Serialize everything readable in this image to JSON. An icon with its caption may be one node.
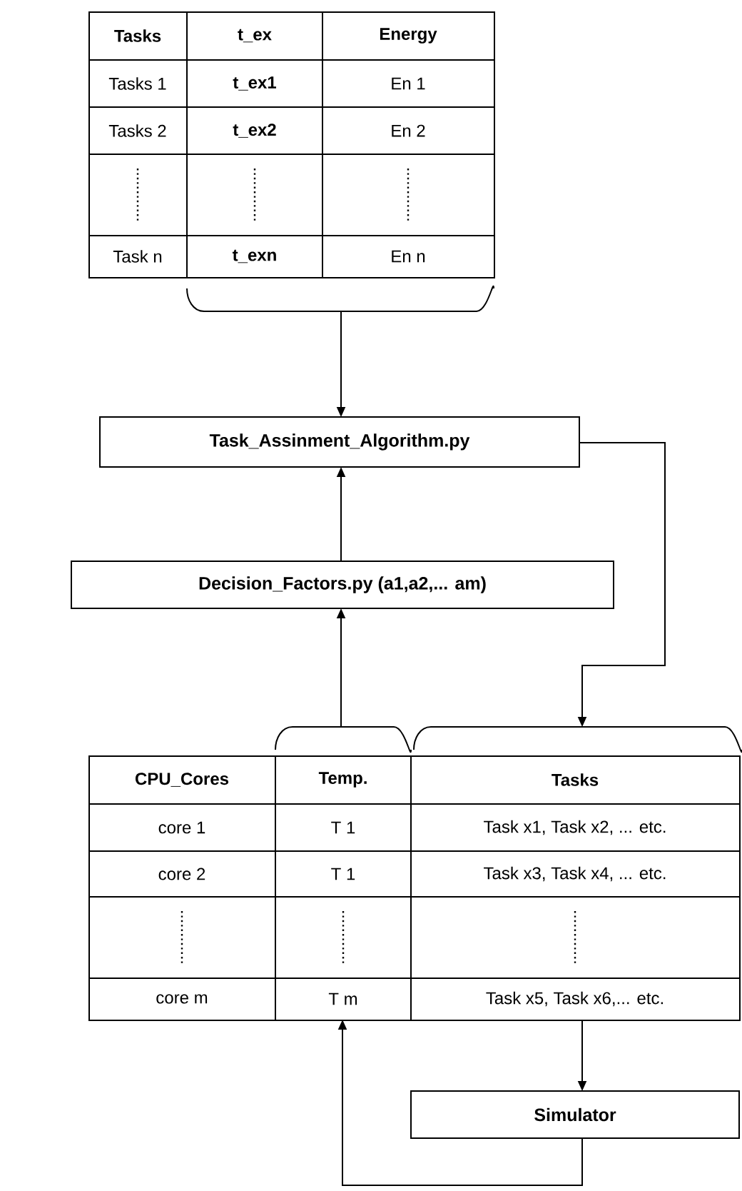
{
  "diagram": {
    "nodes": [
      {
        "text": [
          "Tasks",
          "t_ex",
          "Energy",
          "Tasks 1",
          "t_ex1",
          "En 1",
          "Tasks 2",
          "t_ex2",
          "En 2",
          "Task n",
          "t_exn",
          "En n"
        ]
      },
      {
        "text": [
          "Task_Assinment_Algorithm.py"
        ]
      },
      {
        "text": [
          "Decision_Factors.py (a1,a2,... am)"
        ]
      },
      {
        "text": [
          "CPU_Cores",
          "Temp.",
          "Tasks",
          "core 1",
          "T 1",
          "Task x1, Task x2, ... etc.",
          "core 2",
          "T 1",
          "Task x3, Task x4, ... etc.",
          "core m",
          "T m",
          "Task x5, Task x6,... etc."
        ]
      },
      {
        "text": [
          "Simulator"
        ]
      }
    ],
    "edges": [
      {
        "from": 0,
        "to": 1,
        "arrow": "to"
      },
      {
        "from": 2,
        "to": 1,
        "arrow": "to"
      },
      {
        "from": 3,
        "to": 2,
        "arrow": "to"
      },
      {
        "from": 1,
        "to": 3,
        "arrow": "to"
      },
      {
        "from": 3,
        "to": 4,
        "arrow": "to"
      },
      {
        "from": 4,
        "to": 3,
        "arrow": "to"
      }
    ]
  }
}
